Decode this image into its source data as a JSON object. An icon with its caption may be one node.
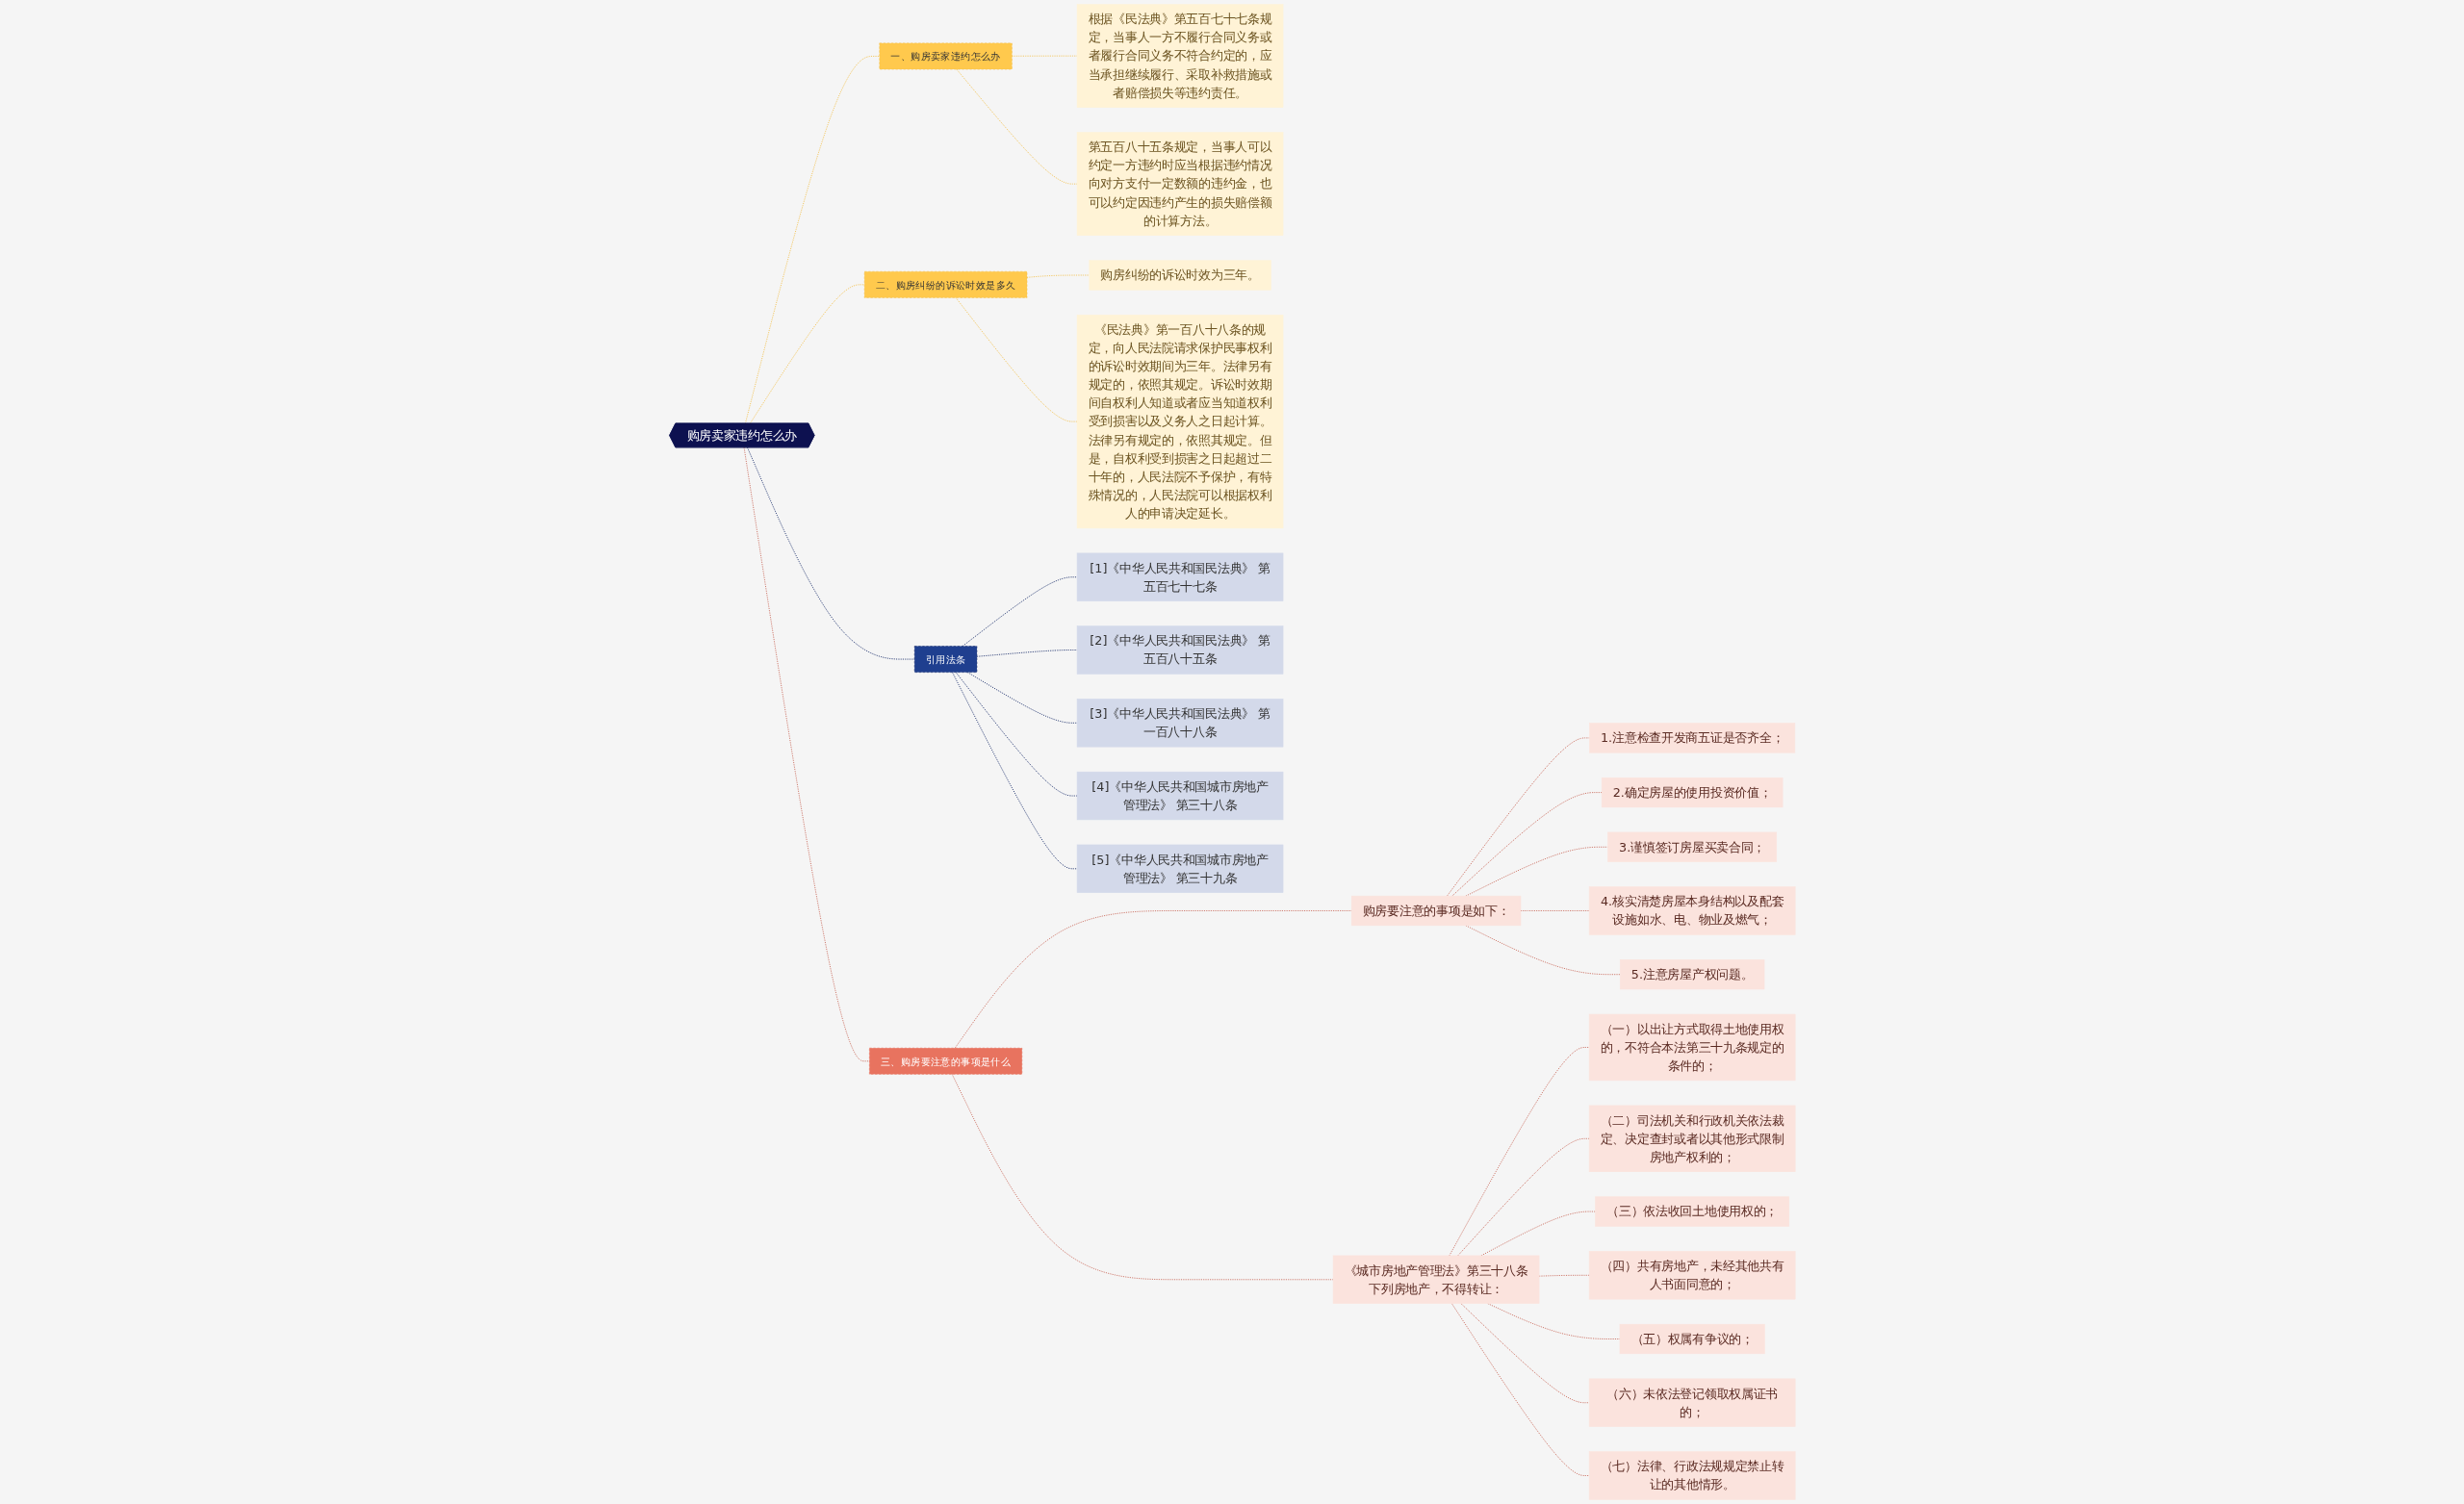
{
  "diagram": {
    "nodes": [
      {
        "text": [
          "购房卖家违约怎么办"
        ]
      },
      {
        "text": [
          "一、购房卖家违约怎么办"
        ]
      },
      {
        "text": [
          "根据《民法典》第五百七十七条规定，当事人一方不履行合同义务或者履行合同义务不符合约定的，应当承担继续履行、采取补救措施或者赔偿损失等违约责任。"
        ]
      },
      {
        "text": [
          "第五百八十五条规定，当事人可以约定一方违约时应当根据违约情况向对方支付一定数额的违约金，也可以约定因违约产生的损失赔偿额的计算方法。"
        ]
      },
      {
        "text": [
          "二、购房纠纷的诉讼时效是多久"
        ]
      },
      {
        "text": [
          "购房纠纷的诉讼时效为三年。"
        ]
      },
      {
        "text": [
          "《民法典》第一百八十八条的规定，向人民法院请求保护民事权利的诉讼时效期间为三年。法律另有规定的，依照其规定。诉讼时效期间自权利人知道或者应当知道权利受到损害以及义务人之日起计算。法律另有规定的，依照其规定。但是，自权利受到损害之日起超过二十年的，人民法院不予保护，有特殊情况的，人民法院可以根据权利人的申请决定延长。"
        ]
      },
      {
        "text": [
          "三、购房要注意的事项是什么"
        ]
      },
      {
        "text": [
          "购房要注意的事项是如下："
        ]
      },
      {
        "text": [
          "1.注意检查开发商五证是否齐全；"
        ]
      },
      {
        "text": [
          "2.确定房屋的使用投资价值；"
        ]
      },
      {
        "text": [
          "3.谨慎签订房屋买卖合同；"
        ]
      },
      {
        "text": [
          "4.核实清楚房屋本身结构以及配套设施如水、电、物业及燃气；"
        ]
      },
      {
        "text": [
          "5.注意房屋产权问题。"
        ]
      },
      {
        "text": [
          "《城市房地产管理法》第三十八条下列房地产，不得转让："
        ]
      },
      {
        "text": [
          "（一）以出让方式取得土地使用权的，不符合本法第三十九条规定的条件的；"
        ]
      },
      {
        "text": [
          "（二）司法机关和行政机关依法裁定、决定查封或者以其他形式限制房地产权利的；"
        ]
      },
      {
        "text": [
          "（三）依法收回土地使用权的；"
        ]
      },
      {
        "text": [
          "（四）共有房地产，未经其他共有人书面同意的；"
        ]
      },
      {
        "text": [
          "（五）权属有争议的；"
        ]
      },
      {
        "text": [
          "（六）未依法登记领取权属证书的；"
        ]
      },
      {
        "text": [
          "（七）法律、行政法规规定禁止转让的其他情形。"
        ]
      },
      {
        "text": [
          "引用法条"
        ]
      },
      {
        "text": [
          "[1]《中华人民共和国民法典》 第五百七十七条"
        ]
      },
      {
        "text": [
          "[2]《中华人民共和国民法典》 第五百八十五条"
        ]
      },
      {
        "text": [
          "[3]《中华人民共和国民法典》 第一百八十八条"
        ]
      },
      {
        "text": [
          "[4]《中华人民共和国城市房地产管理法》 第三十八条"
        ]
      },
      {
        "text": [
          "[5]《中华人民共和国城市房地产管理法》 第三十九条"
        ]
      }
    ],
    "edges": [
      {
        "from": 0,
        "to": 1,
        "arrow": "none",
        "style": "dashed",
        "color": "#f2c14e"
      },
      {
        "from": 1,
        "to": 2,
        "arrow": "none",
        "style": "dashed",
        "color": "#f2c14e"
      },
      {
        "from": 1,
        "to": 3,
        "arrow": "none",
        "style": "dashed",
        "color": "#f2c14e"
      },
      {
        "from": 0,
        "to": 4,
        "arrow": "none",
        "style": "dashed",
        "color": "#f2c14e"
      },
      {
        "from": 4,
        "to": 5,
        "arrow": "none",
        "style": "dashed",
        "color": "#f2c14e"
      },
      {
        "from": 4,
        "to": 6,
        "arrow": "none",
        "style": "dashed",
        "color": "#f2c14e"
      },
      {
        "from": 0,
        "to": 7,
        "arrow": "none",
        "style": "dashed"
      },
      {
        "from": 7,
        "to": 8,
        "arrow": "none",
        "style": "dashed"
      },
      {
        "from": 8,
        "to": 9,
        "arrow": "none",
        "style": "dashed"
      },
      {
        "from": 8,
        "to": 10,
        "arrow": "none",
        "style": "dashed"
      },
      {
        "from": 8,
        "to": 11,
        "arrow": "none",
        "style": "dashed"
      },
      {
        "from": 8,
        "to": 12,
        "arrow": "none",
        "style": "dashed"
      },
      {
        "from": 8,
        "to": 13,
        "arrow": "none",
        "style": "dashed"
      },
      {
        "from": 7,
        "to": 14,
        "arrow": "none",
        "style": "dashed"
      },
      {
        "from": 14,
        "to": 15,
        "arrow": "none",
        "style": "dashed"
      },
      {
        "from": 14,
        "to": 16,
        "arrow": "none",
        "style": "dashed"
      },
      {
        "from": 14,
        "to": 17,
        "arrow": "none",
        "style": "dashed"
      },
      {
        "from": 14,
        "to": 18,
        "arrow": "none",
        "style": "dashed"
      },
      {
        "from": 14,
        "to": 19,
        "arrow": "none",
        "style": "dashed"
      },
      {
        "from": 14,
        "to": 20,
        "arrow": "none",
        "style": "dashed"
      },
      {
        "from": 14,
        "to": 21,
        "arrow": "none",
        "style": "dashed"
      },
      {
        "from": 0,
        "to": 22,
        "arrow": "none",
        "style": "dashed",
        "color": "#1c2f6b"
      },
      {
        "from": 22,
        "to": 23,
        "arrow": "none",
        "style": "dashed",
        "color": "#1c2f6b"
      },
      {
        "from": 22,
        "to": 24,
        "arrow": "none",
        "style": "dashed",
        "color": "#1c2f6b"
      },
      {
        "from": 22,
        "to": 25,
        "arrow": "none",
        "style": "dashed",
        "color": "#1c2f6b"
      },
      {
        "from": 22,
        "to": 26,
        "arrow": "none",
        "style": "dashed",
        "color": "#1c2f6b"
      },
      {
        "from": 22,
        "to": 27,
        "arrow": "none",
        "style": "dashed",
        "color": "#1c2f6b"
      }
    ]
  }
}
